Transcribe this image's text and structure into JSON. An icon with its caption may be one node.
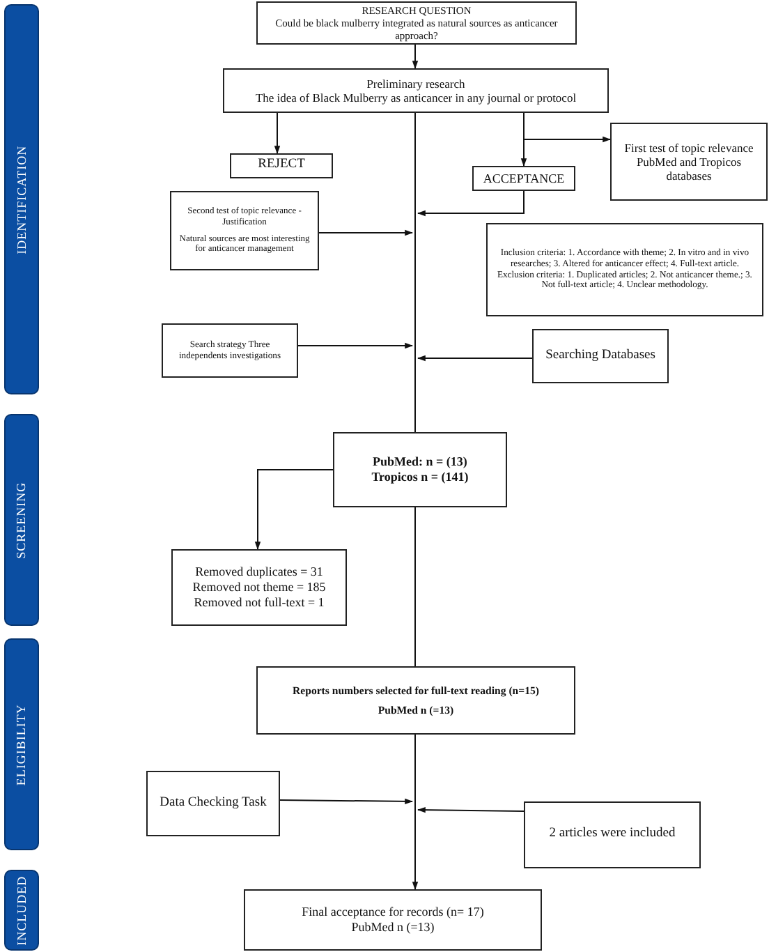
{
  "diagram": {
    "nodes": [
      {
        "text": [
          "IDENTIFICATION"
        ]
      },
      {
        "text": [
          "SCREENING"
        ]
      },
      {
        "text": [
          "ELIGIBILITY"
        ]
      },
      {
        "text": [
          "INCLUDED"
        ]
      },
      {
        "text": [
          "RESEARCH QUESTION",
          "Could be black mulberry integrated as natural sources as anticancer approach?"
        ]
      },
      {
        "text": [
          "Preliminary research",
          "The idea of Black Mulberry as anticancer in any journal or protocol"
        ]
      },
      {
        "text": [
          "REJECT"
        ]
      },
      {
        "text": [
          "ACCEPTANCE"
        ]
      },
      {
        "text": [
          "First test of topic relevance PubMed and Tropicos databases"
        ]
      },
      {
        "text": [
          "Second test of topic relevance - Justification",
          "Natural sources are most interesting for anticancer management"
        ]
      },
      {
        "text": [
          "Inclusion criteria: 1. Accordance with theme; 2. In vitro and in vivo researches; 3. Altered for anticancer effect; 4. Full-text article. Exclusion criteria: 1. Duplicated articles; 2. Not anticancer theme.; 3. Not full-text article; 4. Unclear methodology."
        ]
      },
      {
        "text": [
          "Search strategy Three independents investigations"
        ]
      },
      {
        "text": [
          "Searching Databases"
        ]
      },
      {
        "text": [
          "PubMed: n = (13)",
          "Tropicos n = (141)"
        ]
      },
      {
        "text": [
          "Removed duplicates = 31",
          "Removed not theme = 185",
          "Removed not full-text = 1"
        ]
      },
      {
        "text": [
          "Reports numbers selected for full-text reading (n=15)",
          "PubMed n (=13)"
        ]
      },
      {
        "text": [
          "Data Checking Task"
        ]
      },
      {
        "text": [
          "2 articles were included"
        ]
      },
      {
        "text": [
          "Final acceptance for records (n= 17)",
          "PubMed n (=13)"
        ]
      }
    ],
    "edges": [
      {
        "from": 4,
        "to": 5,
        "arrow": "to"
      },
      {
        "from": 5,
        "to": 6,
        "arrow": "to"
      },
      {
        "from": 5,
        "to": 7,
        "arrow": "to"
      },
      {
        "from": 5,
        "to": 8,
        "arrow": "to"
      },
      {
        "from": 7,
        "to": null,
        "arrow": "to"
      },
      {
        "from": 9,
        "to": null,
        "arrow": "to"
      },
      {
        "from": 11,
        "to": null,
        "arrow": "to"
      },
      {
        "from": 12,
        "to": null,
        "arrow": "to"
      },
      {
        "from": 5,
        "to": 13,
        "arrow": "none"
      },
      {
        "from": 13,
        "to": 14,
        "arrow": "to"
      },
      {
        "from": 13,
        "to": 15,
        "arrow": "none"
      },
      {
        "from": 16,
        "to": null,
        "arrow": "to"
      },
      {
        "from": 17,
        "to": null,
        "arrow": "to"
      },
      {
        "from": 15,
        "to": 18,
        "arrow": "to"
      }
    ]
  }
}
